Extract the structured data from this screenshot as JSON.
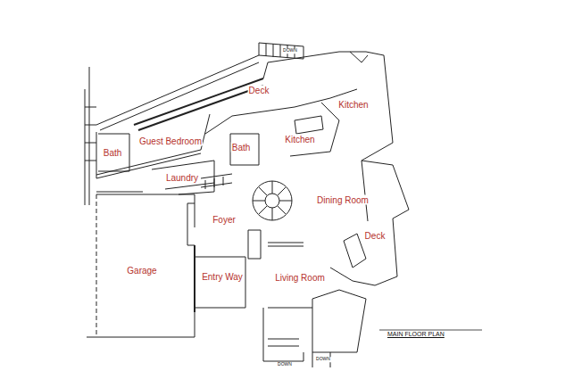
{
  "diagram": {
    "title": "MAIN FLOOR PLAN",
    "labels": [
      "DOWN",
      "Deck",
      "Kitchen",
      "Kitchen",
      "Guest Bedroom",
      "Bath",
      "Bath",
      "Laundry",
      "Dining Room",
      "Foyer",
      "Deck",
      "Garage",
      "Entry Way",
      "Living Room",
      "DOWN",
      "DOWN"
    ]
  }
}
